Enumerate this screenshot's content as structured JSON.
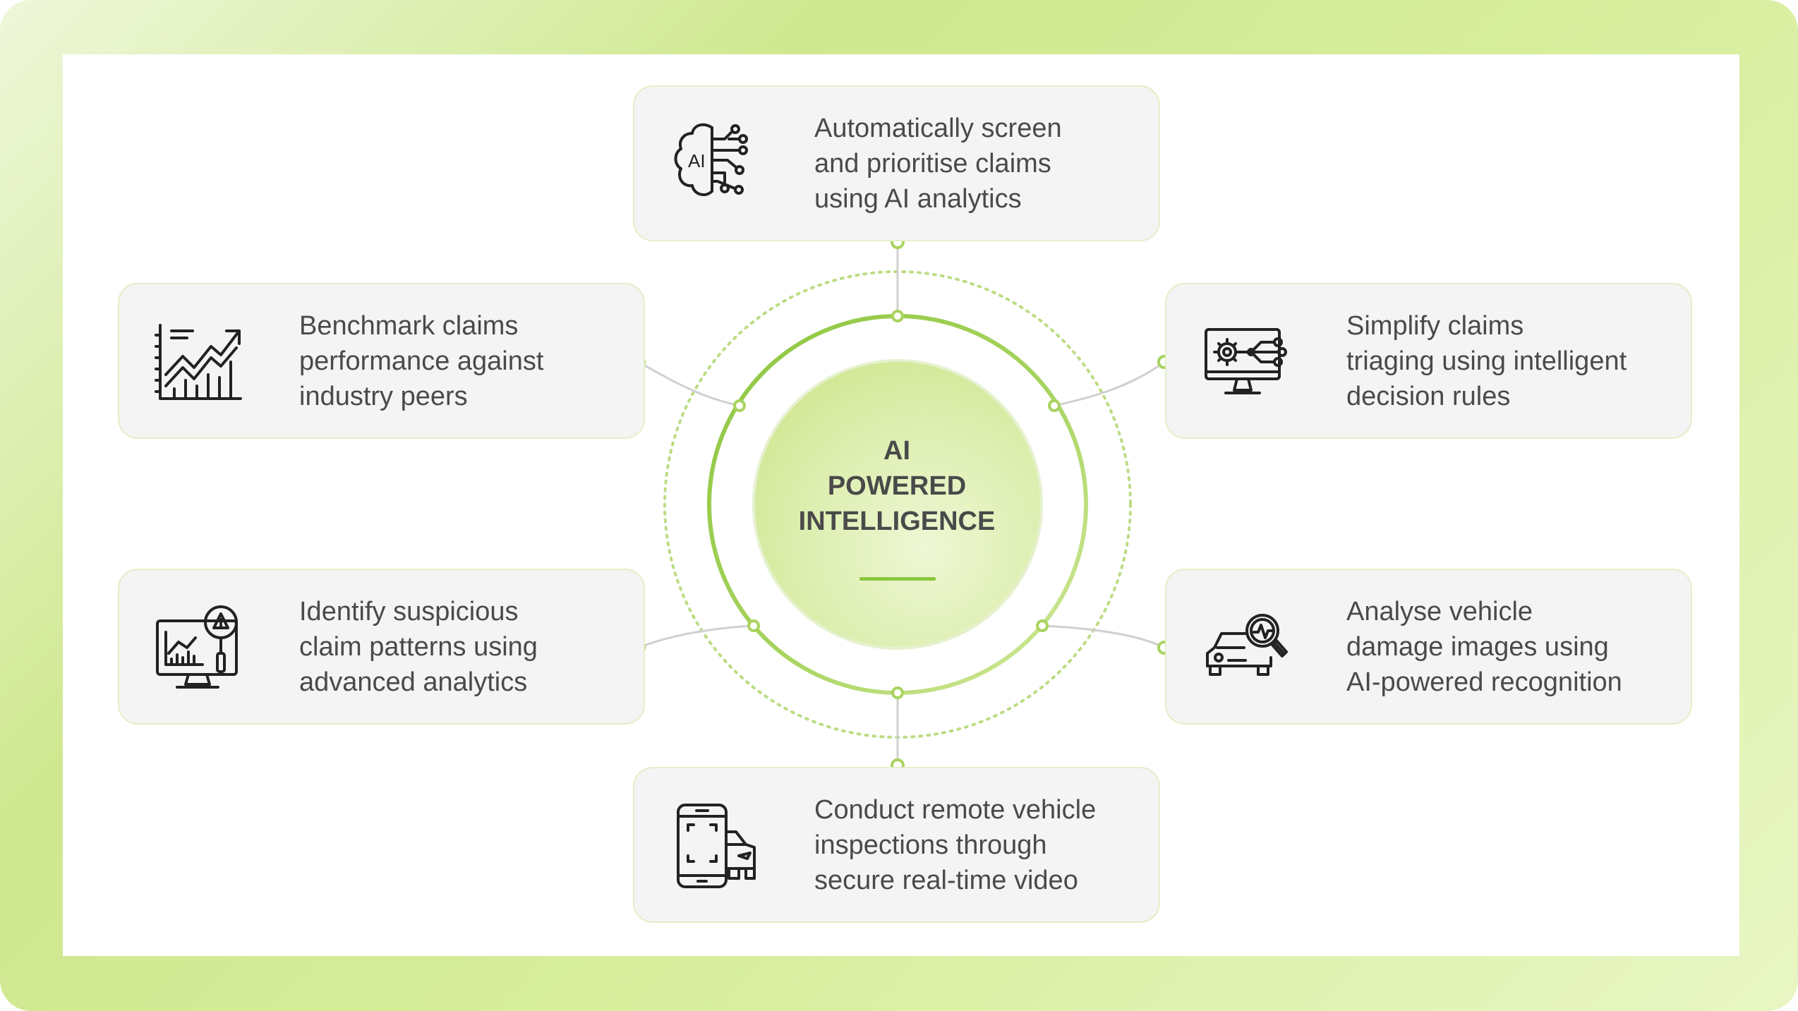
{
  "hub": {
    "title_lines": [
      "AI",
      "POWERED",
      "INTELLIGENCE"
    ]
  },
  "colors": {
    "accent": "#8cc63f",
    "frame": "#d4eb99",
    "card_bg": "#f4f4f4",
    "text": "#4a4a4a"
  },
  "cards": {
    "top": {
      "icon": "ai-brain-icon",
      "lines": [
        "Automatically screen",
        "and prioritise claims",
        "using AI analytics"
      ]
    },
    "left1": {
      "icon": "growth-chart-icon",
      "lines": [
        "Benchmark claims",
        "performance against",
        "industry peers"
      ]
    },
    "right1": {
      "icon": "monitor-gear-icon",
      "lines": [
        "Simplify claims",
        "triaging using intelligent",
        "decision rules"
      ]
    },
    "left2": {
      "icon": "monitor-alert-icon",
      "lines": [
        "Identify suspicious",
        "claim patterns using",
        "advanced analytics"
      ]
    },
    "right2": {
      "icon": "car-inspect-icon",
      "lines": [
        "Analyse vehicle",
        "damage images using",
        "AI-powered recognition"
      ]
    },
    "bottom": {
      "icon": "phone-car-video-icon",
      "lines": [
        "Conduct remote vehicle",
        "inspections through",
        "secure real-time video"
      ]
    }
  }
}
